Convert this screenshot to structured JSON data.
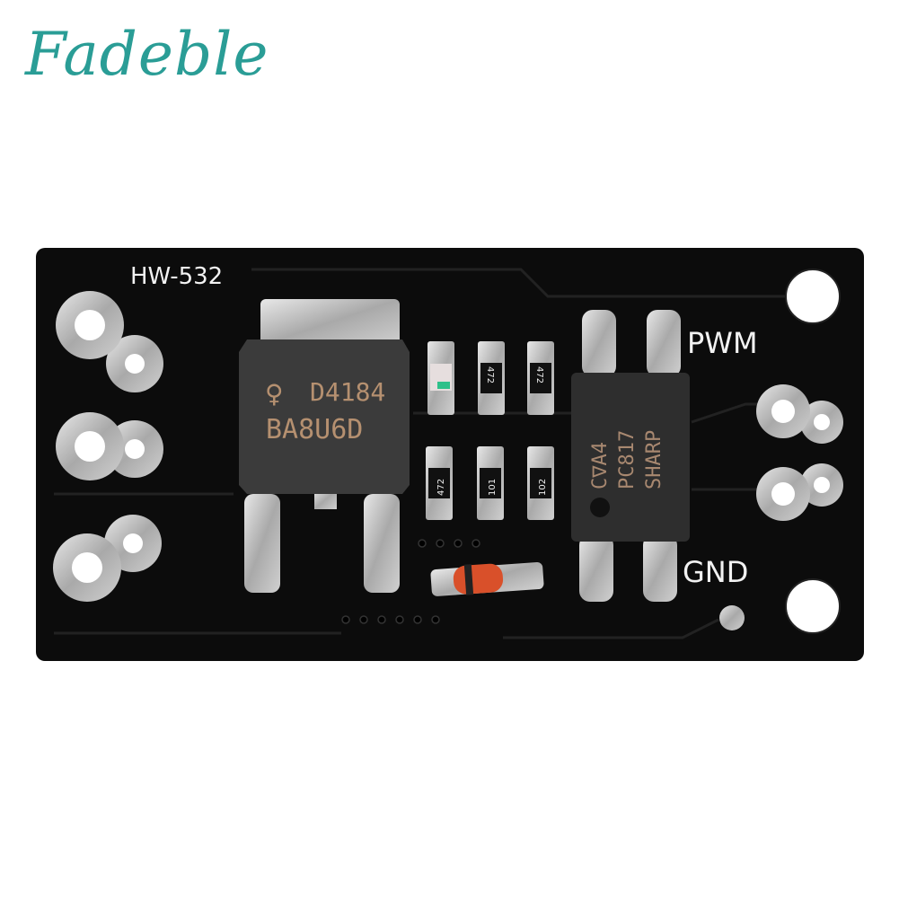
{
  "watermark": "Fadeble",
  "board": {
    "model_label": "HW-532",
    "pwm_label": "PWM",
    "gnd_label": "GND",
    "board_color": "#0c0c0c",
    "pad_color": "#b8b8b8"
  },
  "mosfet": {
    "line1": "D4184",
    "line2": "BA8U6D"
  },
  "optocoupler": {
    "line1": "C∇A4",
    "line2": "PC817",
    "line3": "SHARP"
  },
  "resistors": {
    "top": [
      "",
      "472",
      "472"
    ],
    "bottom": [
      "472",
      "101",
      "102"
    ]
  }
}
